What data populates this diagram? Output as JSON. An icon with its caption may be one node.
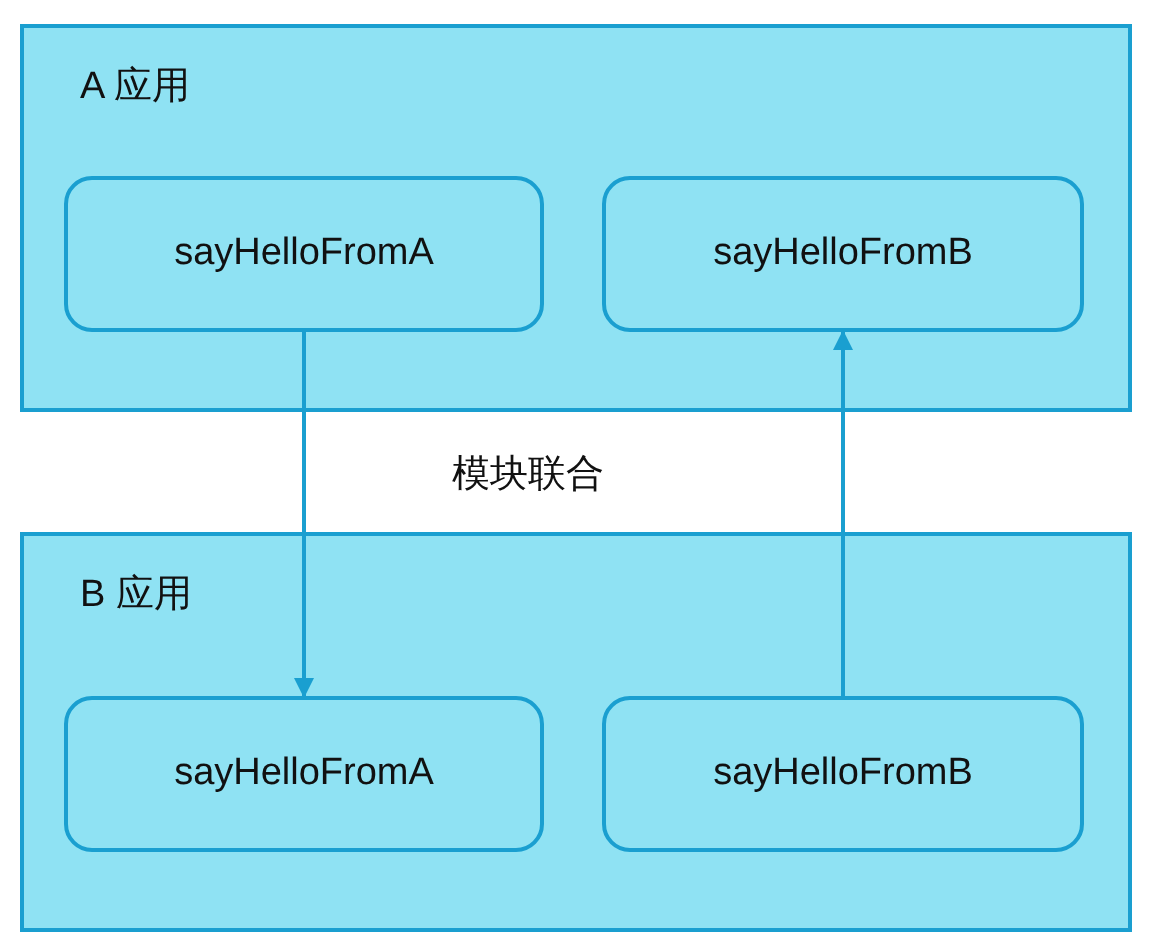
{
  "diagram": {
    "nodes": [
      {
        "text": [
          "A 应用"
        ]
      },
      {
        "text": [
          "sayHelloFromA"
        ],
        "in": 0
      },
      {
        "text": [
          "sayHelloFromB"
        ],
        "in": 0
      },
      {
        "text": [
          "B 应用"
        ]
      },
      {
        "text": [
          "sayHelloFromA"
        ],
        "in": 3
      },
      {
        "text": [
          "sayHelloFromB"
        ],
        "in": 3
      }
    ],
    "edges": [
      {
        "from": 1,
        "to": 4,
        "arrow": "to"
      },
      {
        "from": 5,
        "to": 2,
        "arrow": "to"
      }
    ],
    "labels": [
      "模块联合"
    ]
  }
}
